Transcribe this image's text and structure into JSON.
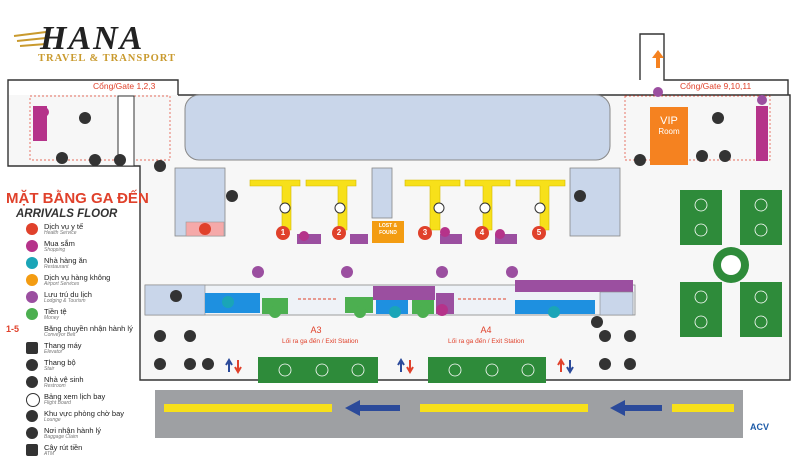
{
  "brand": {
    "name": "HANA",
    "tagline": "TRAVEL & TRANSPORT"
  },
  "gates": {
    "left": "Cổng/Gate 1,2,3",
    "right": "Cổng/Gate 9,10,11"
  },
  "title": {
    "vn": "MẶT BẰNG GA ĐẾN",
    "en": "ARRIVALS FLOOR"
  },
  "legend": [
    {
      "vn": "Dịch vụ y tế",
      "en": "Health Service",
      "icon": "medical-cross-icon",
      "color": "#e0412b"
    },
    {
      "vn": "Mua sắm",
      "en": "Shopping",
      "icon": "shopping-bag-icon",
      "color": "#b5338a"
    },
    {
      "vn": "Nhà hàng ăn",
      "en": "Restaurant",
      "icon": "fork-knife-icon",
      "color": "#1aa5b7"
    },
    {
      "vn": "Dịch vụ hàng không",
      "en": "Airport Services",
      "icon": "plane-service-icon",
      "color": "#f39c12"
    },
    {
      "vn": "Lưu trú du lịch",
      "en": "Lodging & Tourism",
      "icon": "hotel-icon",
      "color": "#9b4fa0"
    },
    {
      "vn": "Tiền tệ",
      "en": "Money",
      "icon": "money-icon",
      "color": "#4caf50"
    },
    {
      "vn": "Băng chuyền nhận hành lý",
      "en": "Conveyor Belt",
      "icon": "conveyor-range-icon",
      "color": "#e0412b",
      "range": "1-5"
    },
    {
      "vn": "Thang máy",
      "en": "Elevator",
      "icon": "elevator-icon",
      "color": "#333333"
    },
    {
      "vn": "Thang bộ",
      "en": "Stair",
      "icon": "stairs-icon",
      "color": "#333333"
    },
    {
      "vn": "Nhà vệ sinh",
      "en": "Restroom",
      "icon": "restroom-icon",
      "color": "#333333"
    },
    {
      "vn": "Bảng xem lịch bay",
      "en": "Flight Board",
      "icon": "flight-board-icon",
      "color": "#333333"
    },
    {
      "vn": "Khu vực phòng chờ bay",
      "en": "Lounge",
      "icon": "lounge-icon",
      "color": "#333333"
    },
    {
      "vn": "Nơi nhận hành lý",
      "en": "Baggage Claim",
      "icon": "baggage-claim-icon",
      "color": "#333333"
    },
    {
      "vn": "Cây rút tiền",
      "en": "ATM",
      "icon": "atm-icon",
      "color": "#333333"
    }
  ],
  "belts": [
    "1",
    "2",
    "3",
    "4",
    "5"
  ],
  "lost_found": "LOST & FOUND",
  "vip": {
    "line1": "VIP",
    "line2": "Room"
  },
  "exits": [
    {
      "code": "A3",
      "text": "Lối ra ga đến / Exit Station"
    },
    {
      "code": "A4",
      "text": "Lối ra ga đến / Exit Station"
    }
  ],
  "operator": "ACV",
  "colors": {
    "belt": "#f7e01a",
    "garden": "#2e8b3a",
    "building": "#c9d6ea",
    "road": "#9ea0a3",
    "arrow": "#2b4a9a",
    "accent": "#e0412b",
    "lounge": "#f58220"
  }
}
